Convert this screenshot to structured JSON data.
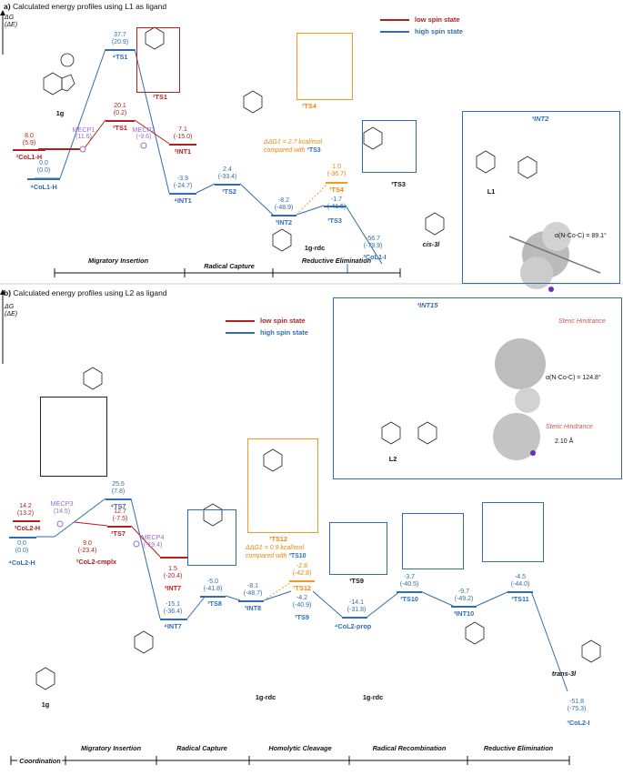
{
  "panel_a": {
    "letter": "a)",
    "title": "Calculated energy profiles using L1 as ligand",
    "axis_label": "ΔG",
    "axis_sub": "(ΔE)",
    "legend": {
      "low": "low spin state",
      "high": "high spin state"
    },
    "states": [
      {
        "id": "CoL1H",
        "label": "²CoL1-H",
        "spin": "low",
        "g": "8.0",
        "e": "(5.9)"
      },
      {
        "id": "4CoL1H",
        "label": "⁴CoL1-H",
        "spin": "high",
        "g": "0.0",
        "e": "(0.0)"
      },
      {
        "id": "MECP1",
        "label": "MECP1",
        "spin": "mecp",
        "g": "(11.6)"
      },
      {
        "id": "2TS1",
        "label": "²TS1",
        "spin": "low",
        "g": "20.1",
        "e": "(0.2)"
      },
      {
        "id": "4TS1",
        "label": "⁴TS1",
        "spin": "high",
        "g": "37.7",
        "e": "(20.9)"
      },
      {
        "id": "MECP2",
        "label": "MECP2",
        "spin": "mecp",
        "g": "(-9.6)"
      },
      {
        "id": "2INT1",
        "label": "²INT1",
        "spin": "low",
        "g": "7.1",
        "e": "(-15.0)"
      },
      {
        "id": "4INT1",
        "label": "⁴INT1",
        "spin": "high",
        "g": "-3.9",
        "e": "(-24.7)"
      },
      {
        "id": "3TS2",
        "label": "³TS2",
        "spin": "high",
        "g": "2.4",
        "e": "(-33.4)"
      },
      {
        "id": "3INT2",
        "label": "³INT2",
        "spin": "high",
        "g": "-8.2",
        "e": "(-48.9)"
      },
      {
        "id": "3TS4",
        "label": "³TS4",
        "spin": "orange",
        "g": "1.0",
        "e": "(-36.7)"
      },
      {
        "id": "3TS3",
        "label": "³TS3",
        "spin": "high",
        "g": "-1.7",
        "e": "(-41.5)"
      },
      {
        "id": "3CoL1I",
        "label": "³CoL1-I",
        "spin": "high",
        "g": "-56.7",
        "e": "(-79.9)"
      }
    ],
    "note": {
      "dd": "ΔΔG‡ = 2.7 kcal/mol",
      "cmp": "compared with",
      "ref": "³TS3"
    },
    "bracket_labels": [
      "²TS1",
      "³TS4",
      "³TS3"
    ],
    "molecules": [
      "1g",
      "1g-rdc",
      "cis-3l",
      "L1"
    ],
    "steps": [
      "Migratory Insertion",
      "Radical Capture",
      "Reductive Elimination"
    ],
    "inset": {
      "title": "³INT2",
      "angle": "α(N-Co-C) = 89.1°"
    }
  },
  "panel_b": {
    "letter": "b)",
    "title": "Calculated energy profiles using L2 as ligand",
    "axis_label": "ΔG",
    "axis_sub": "(ΔE)",
    "legend": {
      "low": "low spin state",
      "high": "high spin state"
    },
    "states": [
      {
        "id": "2CoL2H",
        "label": "²CoL2-H",
        "spin": "low",
        "g": "14.2",
        "e": "(13.2)"
      },
      {
        "id": "4CoL2H",
        "label": "⁴CoL2-H",
        "spin": "high",
        "g": "0.0",
        "e": "(0.0)"
      },
      {
        "id": "MECP3",
        "label": "MECP3",
        "spin": "mecp",
        "g": "(14.5)"
      },
      {
        "id": "2cmplx",
        "label": "²CoL2-cmplx",
        "spin": "low",
        "g": "9.0",
        "e": "(-23.4)"
      },
      {
        "id": "2TS7",
        "label": "²TS7",
        "spin": "low",
        "g": "12.7",
        "e": "(-7.5)"
      },
      {
        "id": "4TS7",
        "label": "⁴TS7",
        "spin": "high",
        "g": "25.5",
        "e": "(7.8)"
      },
      {
        "id": "MECP4",
        "label": "MECP4",
        "spin": "mecp",
        "g": "(-19.4)"
      },
      {
        "id": "2INT7",
        "label": "²INT7",
        "spin": "low",
        "g": "1.5",
        "e": "(-20.4)"
      },
      {
        "id": "4INT7",
        "label": "⁴INT7",
        "spin": "high",
        "g": "-15.1",
        "e": "(-36.4)"
      },
      {
        "id": "3TS8",
        "label": "³TS8",
        "spin": "high",
        "g": "-5.0",
        "e": "(-41.8)"
      },
      {
        "id": "3INT8",
        "label": "³INT8",
        "spin": "high",
        "g": "-8.1",
        "e": "(-48.7)"
      },
      {
        "id": "3TS12",
        "label": "³TS12",
        "spin": "orange",
        "g": "-2.8",
        "e": "(-42.8)"
      },
      {
        "id": "3TS9",
        "label": "³TS9",
        "spin": "high",
        "g": "-4.2",
        "e": "(-40.9)"
      },
      {
        "id": "4CoL2prop",
        "label": "⁴CoL2-prop",
        "spin": "high",
        "g": "-14.1",
        "e": "(-31.8)"
      },
      {
        "id": "3TS10",
        "label": "³TS10",
        "spin": "high",
        "g": "-3.7",
        "e": "(-40.5)"
      },
      {
        "id": "3INT10",
        "label": "³INT10",
        "spin": "high",
        "g": "-9.7",
        "e": "(-49.2)"
      },
      {
        "id": "3TS11",
        "label": "³TS11",
        "spin": "high",
        "g": "-4.5",
        "e": "(-44.0)"
      },
      {
        "id": "3CoL2I",
        "label": "³CoL2-I",
        "spin": "high",
        "g": "-51.8",
        "e": "(-75.3)"
      }
    ],
    "note": {
      "dd": "ΔΔG‡ = 0.9 kcal/mol",
      "cmp": "compared with",
      "ref": "³TS10"
    },
    "bracket_labels": [
      "³TS12",
      "³TS9"
    ],
    "molecules": [
      "1g",
      "1g-rdc",
      "1g-rdc",
      "trans-3l",
      "L2"
    ],
    "steps": [
      "Coordination",
      "Migratory Insertion",
      "Radical Capture",
      "Homolytic Cleavage",
      "Radical Recombination",
      "Reductive Elimination"
    ],
    "inset": {
      "title": "³INT15",
      "steric1": "Steric Hindrance",
      "steric2": "Steric Hindrance",
      "angle": "α(N-Co-C) = 124.8°",
      "dist": "2.10 Å"
    }
  }
}
